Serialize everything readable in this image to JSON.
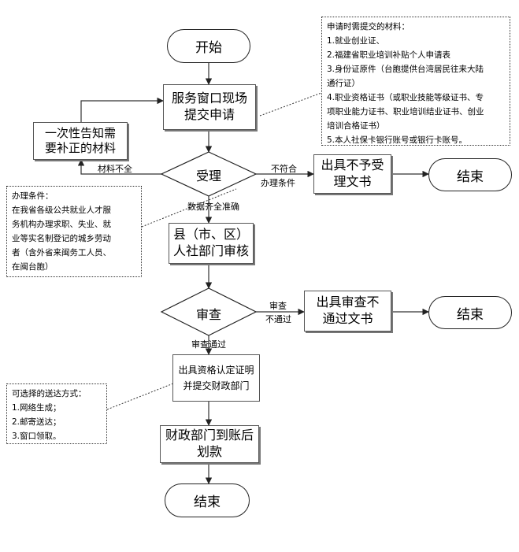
{
  "flow": {
    "start": "开始",
    "submit": [
      "服务窗口现场",
      "提交申请"
    ],
    "supplement": [
      "一次性告知需",
      "要补正的材料"
    ],
    "accept": "受理",
    "reject_doc": [
      "出具不予受",
      "理文书"
    ],
    "end_1": "结束",
    "county_review": [
      "县（市、区）",
      "人社部门审核"
    ],
    "review": "审查",
    "fail_doc": [
      "出具审查不",
      "通过文书"
    ],
    "end_2": "结束",
    "certify": [
      "出具资格认定证明",
      "并提交财政部门"
    ],
    "finance": [
      "财政部门到账后",
      "划款"
    ],
    "end_3": "结束"
  },
  "edge_labels": {
    "incomplete": "材料不全",
    "not_meet": [
      "不符合",
      "办理条件"
    ],
    "complete": "数据齐全准确",
    "review_fail": [
      "审查",
      "不通过"
    ],
    "review_pass": "审查通过"
  },
  "notes": {
    "materials": {
      "title": "申请时需提交的材料：",
      "items": [
        "1.就业创业证、",
        "2.福建省职业培训补贴个人申请表",
        "3.身份证原件（台胞提供台湾居民往来大陆",
        "通行证）",
        "4.职业资格证书（或职业技能等级证书、专",
        "项职业能力证书、职业培训结业证书、创业",
        "培训合格证书）",
        "5.本人社保卡银行账号或银行卡账号。"
      ]
    },
    "conditions": {
      "title": "办理条件：",
      "items": [
        "在我省各级公共就业人才服",
        "务机构办理求职、失业、就",
        "业等实名制登记的城乡劳动",
        "者（含外省来闽务工人员、",
        "在闽台胞）"
      ]
    },
    "delivery": {
      "title": "可选择的送达方式：",
      "items": [
        "1.网络生成；",
        "2.邮寄送达；",
        "3.窗口领取。"
      ]
    }
  }
}
